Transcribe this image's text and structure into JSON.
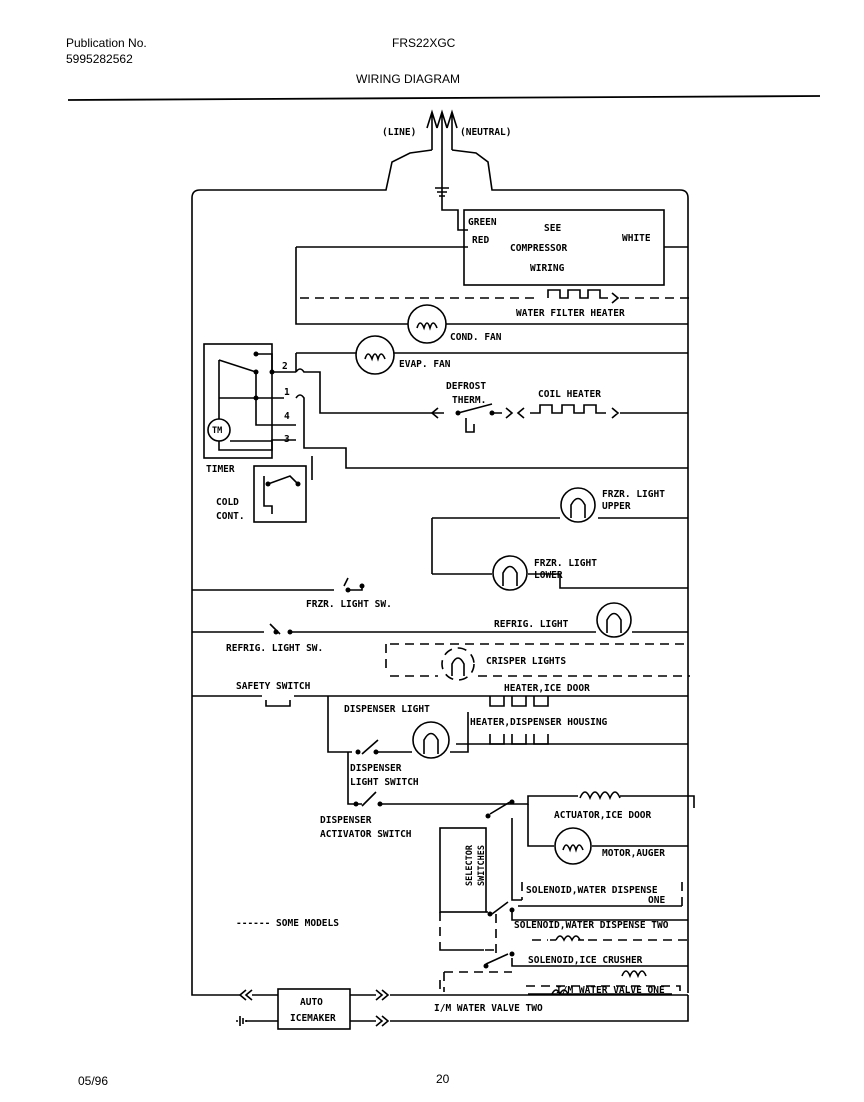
{
  "header": {
    "publication_label": "Publication No.",
    "publication_number": "5995282562",
    "model": "FRS22XGC",
    "title": "WIRING DIAGRAM"
  },
  "footer": {
    "date": "05/96",
    "page": "20"
  },
  "labels": {
    "line": "(LINE)",
    "neutral": "(NEUTRAL)",
    "green": "GREEN",
    "red": "RED",
    "white": "WHITE",
    "see": "SEE",
    "compressor": "COMPRESSOR",
    "wiring": "WIRING",
    "water_filter_heater": "WATER FILTER HEATER",
    "cond_fan": "COND. FAN",
    "evap_fan": "EVAP. FAN",
    "defrost_therm_1": "DEFROST",
    "defrost_therm_2": "THERM.",
    "coil_heater": "COIL HEATER",
    "timer": "TIMER",
    "tm": "TM",
    "t1": "1",
    "t2": "2",
    "t3": "3",
    "t4": "4",
    "cold_cont_1": "COLD",
    "cold_cont_2": "CONT.",
    "frzr_light_upper_1": "FRZR. LIGHT",
    "frzr_light_upper_2": "UPPER",
    "frzr_light_lower_1": "FRZR. LIGHT",
    "frzr_light_lower_2": "LOWER",
    "frzr_light_sw": "FRZR. LIGHT SW.",
    "refrig_light": "REFRIG. LIGHT",
    "refrig_light_sw": "REFRIG. LIGHT SW.",
    "crisper_lights": "CRISPER LIGHTS",
    "safety_switch": "SAFETY SWITCH",
    "heater_ice_door": "HEATER,ICE DOOR",
    "dispenser_light": "DISPENSER LIGHT",
    "heater_dispenser_housing": "HEATER,DISPENSER HOUSING",
    "dispenser_light_switch_1": "DISPENSER",
    "dispenser_light_switch_2": "LIGHT SWITCH",
    "dispenser_activator_switch_1": "DISPENSER",
    "dispenser_activator_switch_2": "ACTIVATOR SWITCH",
    "actuator_ice_door": "ACTUATOR,ICE DOOR",
    "motor_auger": "MOTOR,AUGER",
    "selector_switches_1": "SELECTOR",
    "selector_switches_2": "SWITCHES",
    "solenoid_water_dispense_one_1": "SOLENOID,WATER DISPENSE",
    "solenoid_water_dispense_one_2": "ONE",
    "solenoid_water_dispense_two": "SOLENOID,WATER DISPENSE TWO",
    "solenoid_ice_crusher": "SOLENOID,ICE CRUSHER",
    "water_valve_one": "I/M WATER VALVE ONE",
    "water_valve_two": "I/M WATER VALVE TWO",
    "some_models": "------ SOME MODELS",
    "auto_icemaker_1": "AUTO",
    "auto_icemaker_2": "ICEMAKER"
  }
}
